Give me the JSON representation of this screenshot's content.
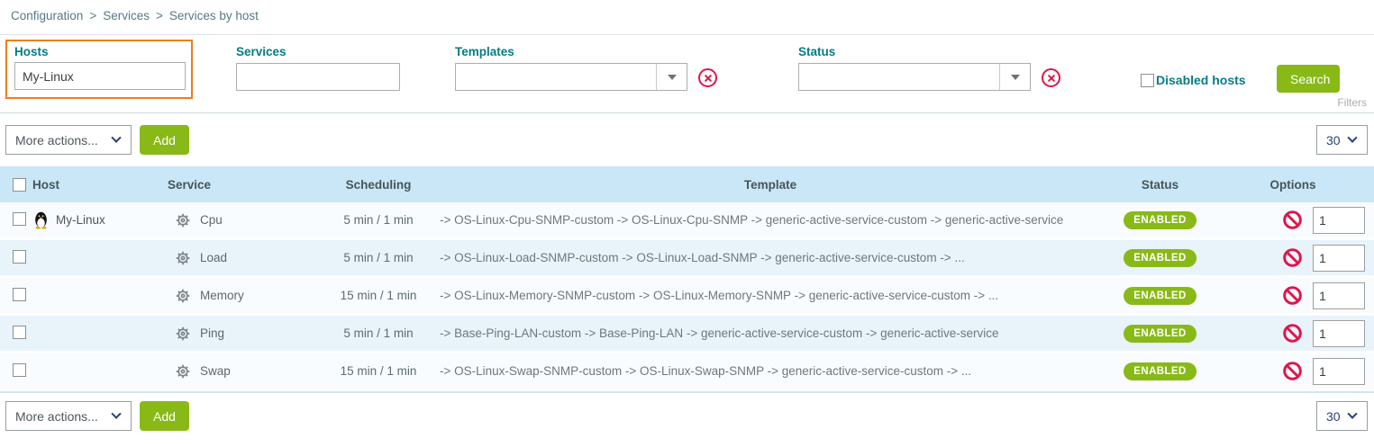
{
  "breadcrumb": {
    "separator": ">",
    "items": [
      "Configuration",
      "Services",
      "Services by host"
    ]
  },
  "filters": {
    "hosts_label": "Hosts",
    "hosts_value": "My-Linux",
    "services_label": "Services",
    "services_value": "",
    "templates_label": "Templates",
    "templates_value": "",
    "status_label": "Status",
    "status_value": "",
    "disabled_hosts_label": "Disabled hosts",
    "disabled_hosts_checked": false,
    "search_label": "Search",
    "caption": "Filters"
  },
  "toolbar": {
    "more_actions": "More actions...",
    "add": "Add",
    "page_size": "30"
  },
  "table": {
    "headers": {
      "host": "Host",
      "service": "Service",
      "scheduling": "Scheduling",
      "template": "Template",
      "status": "Status",
      "options": "Options"
    },
    "rows": [
      {
        "host": "My-Linux",
        "service": "Cpu",
        "scheduling": "5 min / 1 min",
        "template": "-> OS-Linux-Cpu-SNMP-custom -> OS-Linux-Cpu-SNMP -> generic-active-service-custom -> generic-active-service",
        "status": "ENABLED",
        "options_value": "1"
      },
      {
        "host": "",
        "service": "Load",
        "scheduling": "5 min / 1 min",
        "template": "-> OS-Linux-Load-SNMP-custom -> OS-Linux-Load-SNMP -> generic-active-service-custom -> ...",
        "status": "ENABLED",
        "options_value": "1"
      },
      {
        "host": "",
        "service": "Memory",
        "scheduling": "15 min / 1 min",
        "template": "-> OS-Linux-Memory-SNMP-custom -> OS-Linux-Memory-SNMP -> generic-active-service-custom -> ...",
        "status": "ENABLED",
        "options_value": "1"
      },
      {
        "host": "",
        "service": "Ping",
        "scheduling": "5 min / 1 min",
        "template": "-> Base-Ping-LAN-custom -> Base-Ping-LAN -> generic-active-service-custom -> generic-active-service",
        "status": "ENABLED",
        "options_value": "1"
      },
      {
        "host": "",
        "service": "Swap",
        "scheduling": "15 min / 1 min",
        "template": "-> OS-Linux-Swap-SNMP-custom -> OS-Linux-Swap-SNMP -> generic-active-service-custom -> ...",
        "status": "ENABLED",
        "options_value": "1"
      }
    ]
  },
  "icons": {
    "host_os": "linux-penguin-icon",
    "service": "gear-icon",
    "clear": "circled-x-icon",
    "block": "prohibition-icon"
  },
  "colors": {
    "accent_green": "#88b917",
    "label_teal": "#047c86",
    "highlight_orange": "#e8801f",
    "alert_red": "#e0154a",
    "table_header_bg": "#c9e7f6"
  }
}
